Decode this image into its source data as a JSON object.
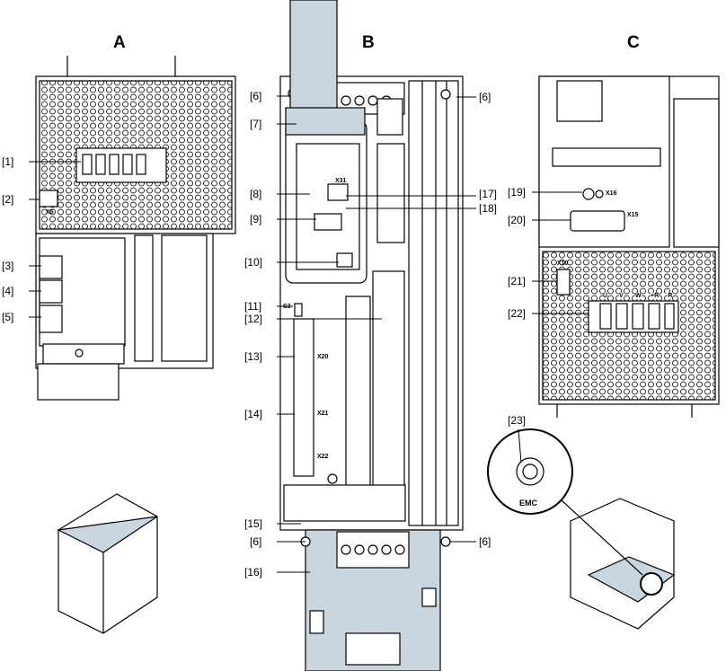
{
  "views": {
    "a": "A",
    "b": "B",
    "c": "C"
  },
  "callouts": {
    "c1": "[1]",
    "c2": "[2]",
    "c3": "[3]",
    "c4": "[4]",
    "c5": "[5]",
    "c6": "[6]",
    "c7": "[7]",
    "c8": "[8]",
    "c9": "[9]",
    "c10": "[10]",
    "c11": "[11]",
    "c12": "[12]",
    "c13": "[13]",
    "c14": "[14]",
    "c15": "[15]",
    "c16": "[16]",
    "c17": "[17]",
    "c18": "[18]",
    "c19": "[19]",
    "c20": "[20]",
    "c21": "[21]",
    "c22": "[22]",
    "c23": "[23]"
  },
  "connectors": {
    "x5": "X5",
    "x31": "X31",
    "s3": "S3",
    "x20": "X20",
    "x21": "X21",
    "x22": "X22",
    "x16": "X16",
    "x15": "X15",
    "x10": "X10",
    "terminals": [
      "U",
      "V",
      "W",
      "+R",
      "-R"
    ],
    "emc": "EMC"
  },
  "colors": {
    "line": "#000000",
    "shield": "#c9d6df",
    "body": "#ffffff"
  }
}
